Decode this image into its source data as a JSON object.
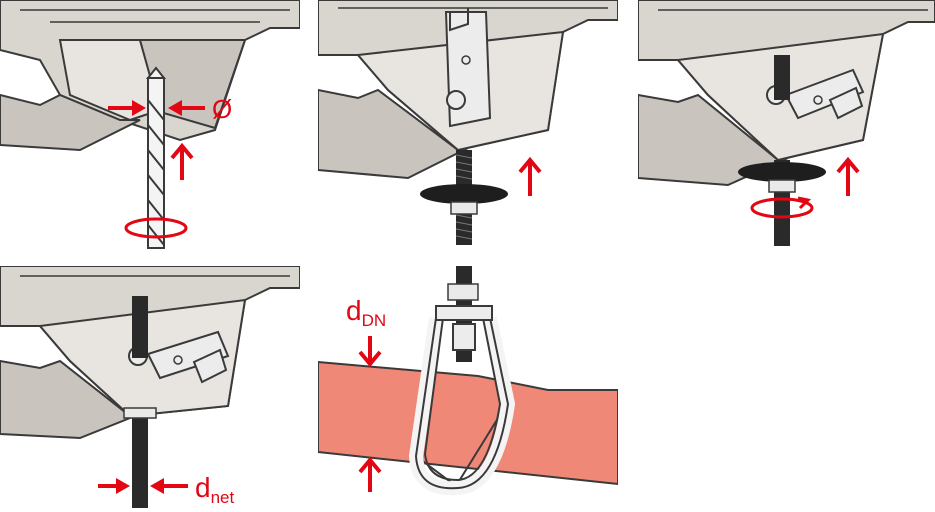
{
  "steps": [
    {
      "label": "Ø"
    },
    {
      "label": ""
    },
    {
      "label": ""
    },
    {
      "label_main": "d",
      "label_sub": "net"
    },
    {
      "label_main": "d",
      "label_sub": "DN"
    }
  ],
  "colors": {
    "accent": "#e30613",
    "deck": "#d9d5cf",
    "deck_dark": "#b9b4ad",
    "outline": "#3a3a3a",
    "pipe": "#f08878",
    "metal": "#e6e6e6"
  }
}
